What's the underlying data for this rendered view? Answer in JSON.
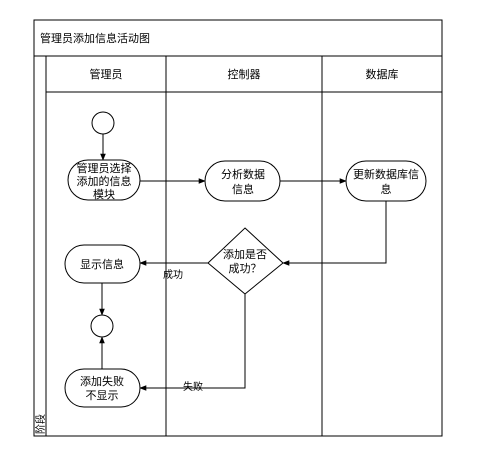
{
  "diagram": {
    "title": "管理员添加信息活动图",
    "phase_label": "阶段",
    "lanes": [
      {
        "id": "admin",
        "label": "管理员"
      },
      {
        "id": "controller",
        "label": "控制器"
      },
      {
        "id": "database",
        "label": "数据库"
      }
    ],
    "nodes": {
      "select_module": [
        "管理员选择",
        "添加的信息",
        "模块"
      ],
      "analyze_data": [
        "分析数据",
        "信息"
      ],
      "update_db": [
        "更新数据库信",
        "息"
      ],
      "decision": [
        "添加是否",
        "成功？"
      ],
      "show_info": [
        "显示信息"
      ],
      "fail_hide": [
        "添加失败",
        "不显示"
      ]
    },
    "edge_labels": {
      "success": "成功",
      "fail": "失败"
    }
  }
}
